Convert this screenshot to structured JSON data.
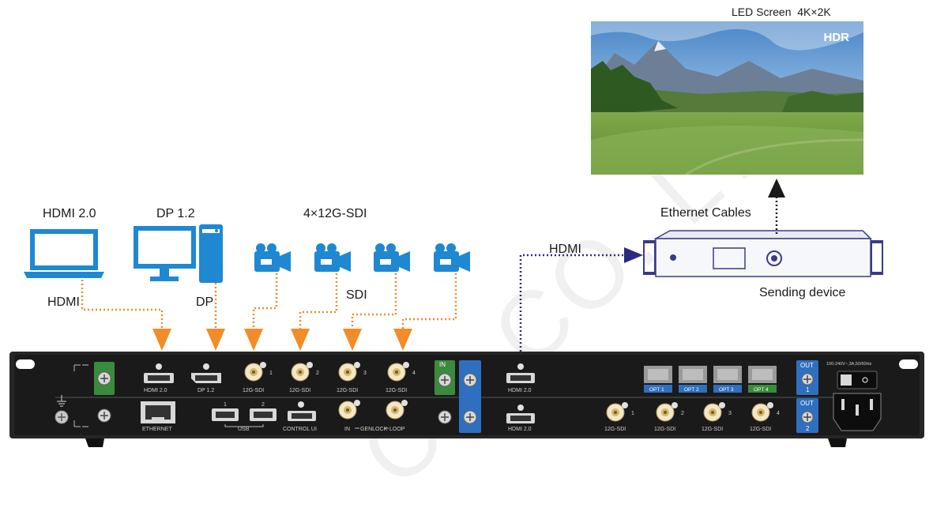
{
  "watermark": "CH CO.,LTD",
  "sources": {
    "hdmi_title": "HDMI 2.0",
    "dp_title": "DP 1.2",
    "sdi_title": "4×12G-SDI",
    "hdmi_cable": "HDMI",
    "dp_cable": "DP",
    "sdi_cable": "SDI"
  },
  "output": {
    "hdmi_link": "HDMI",
    "ethernet_label": "Ethernet Cables",
    "sending_device": "Sending device",
    "screen_label": "LED Screen",
    "screen_res": "4K×2K",
    "screen_badge": "HDR"
  },
  "panel": {
    "top_ports": [
      "HDMI 2.0",
      "DP 1.2",
      "12G-SDI",
      "12G-SDI",
      "12G-SDI",
      "12G-SDI"
    ],
    "sdi_nums": [
      "1",
      "2",
      "3",
      "4"
    ],
    "bottom_ports": [
      "ETHERNET",
      "USB",
      "CONTROL UI",
      "IN",
      "GENLOCK",
      "LOOP"
    ],
    "usb_nums": [
      "1",
      "2"
    ],
    "in_badge": "IN",
    "out_hdmi": [
      "HDMI 2.0",
      "HDMI 2.0"
    ],
    "opt_labels": [
      "OPT 1",
      "OPT 2",
      "OPT 3",
      "OPT 4"
    ],
    "out_sdi": [
      "12G-SDI",
      "12G-SDI",
      "12G-SDI",
      "12G-SDI"
    ],
    "out_sdi_nums": [
      "1",
      "2",
      "3",
      "4"
    ],
    "out_badges": [
      "OUT",
      "OUT"
    ],
    "out_badge_nums": [
      "1",
      "2"
    ],
    "power_text": "100-240V~,3A,50/60Hz"
  },
  "colors": {
    "orange": "#f28c28",
    "blue_icon": "#1e88d2",
    "navy_link": "#2a2a80",
    "panel": "#262626",
    "green_badge": "#3a8b3c",
    "blue_badge": "#2f6fc0"
  }
}
